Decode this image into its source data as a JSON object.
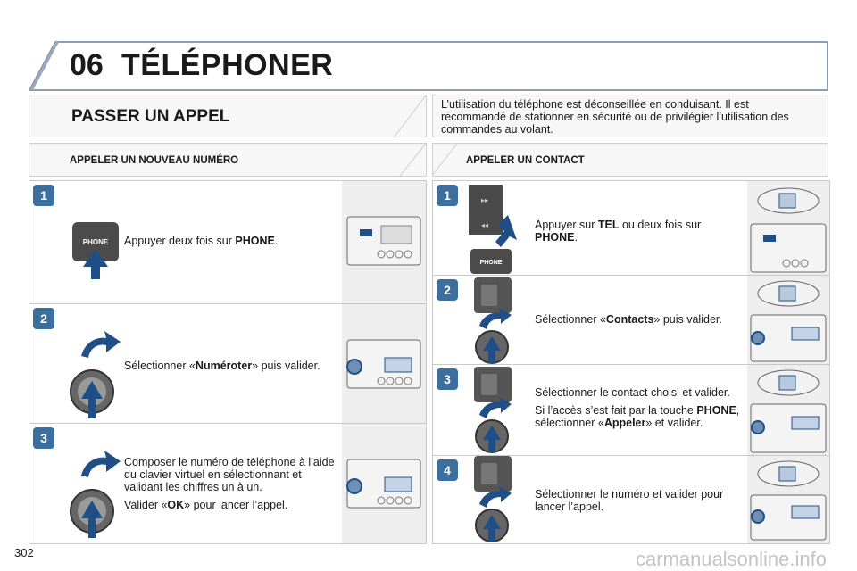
{
  "header": {
    "chapter_number": "06",
    "chapter_title": "TÉLÉPHONER"
  },
  "section": {
    "title": "PASSER UN APPEL",
    "intro": "L’utilisation du téléphone est déconseillée en conduisant. Il est recommandé de stationner en sécurité ou de privilégier l’utilisation des commandes au volant."
  },
  "left": {
    "heading": "APPELER UN NOUVEAU NUMÉRO",
    "steps": [
      {
        "number": "1",
        "text_pre": "Appuyer deux fois sur ",
        "text_bold": "PHONE",
        "text_post": "."
      },
      {
        "number": "2",
        "text_pre": "Sélectionner «",
        "text_bold": "Numéroter",
        "text_post": "» puis valider."
      },
      {
        "number": "3",
        "text": "Composer le numéro de téléphone à l’aide du clavier virtuel en sélectionnant et validant les chiffres un à un.",
        "text2_pre": "Valider «",
        "text2_bold": "OK",
        "text2_post": "» pour lancer l’appel."
      }
    ]
  },
  "right": {
    "heading": "APPELER UN CONTACT",
    "steps": [
      {
        "number": "1",
        "text_pre": "Appuyer sur ",
        "text_bold": "TEL",
        "text_mid": " ou deux fois sur ",
        "text_bold2": "PHONE",
        "text_post": "."
      },
      {
        "number": "2",
        "text_pre": "Sélectionner «",
        "text_bold": "Contacts",
        "text_post": "» puis valider."
      },
      {
        "number": "3",
        "text": "Sélectionner le contact choisi et valider.",
        "text2_pre": "Si l’accès s’est fait par la touche ",
        "text2_bold": "PHONE",
        "text2_mid": ", sélectionner «",
        "text2_bold2": "Appeler",
        "text2_post": "» et valider."
      },
      {
        "number": "4",
        "text": "Sélectionner le numéro et valider pour lancer l’appel."
      }
    ]
  },
  "button_label": "PHONE",
  "page_number": "302",
  "watermark": "carmanualsonline.info",
  "colors": {
    "badge": "#3d6f9e",
    "arrow": "#1f4f86",
    "box_border": "#c9c9c9",
    "shade": "#eeeeee"
  }
}
